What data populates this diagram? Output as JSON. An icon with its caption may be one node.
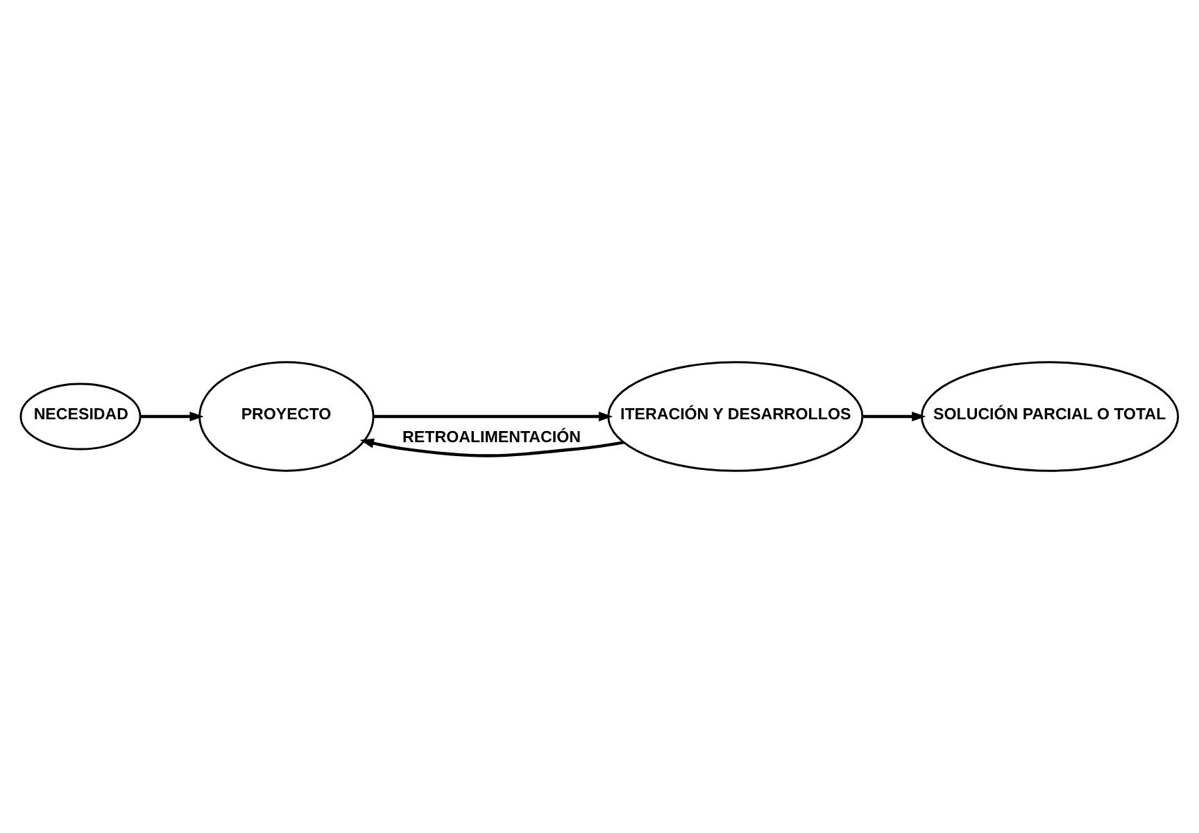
{
  "diagram": {
    "nodes": [
      {
        "text": [
          "NECESIDAD"
        ]
      },
      {
        "text": [
          "PROYECTO"
        ]
      },
      {
        "text": [
          "ITERACIÓN Y DESARROLLOS"
        ]
      },
      {
        "text": [
          "SOLUCIÓN PARCIAL O TOTAL"
        ]
      }
    ],
    "edges": [
      {
        "from": 0,
        "to": 1,
        "arrow": "to"
      },
      {
        "from": 1,
        "to": 2,
        "arrow": "to"
      },
      {
        "from": 2,
        "to": 1,
        "arrow": "to",
        "label": "RETROALIMENTACIÓN"
      },
      {
        "from": 2,
        "to": 3,
        "arrow": "to"
      }
    ]
  }
}
